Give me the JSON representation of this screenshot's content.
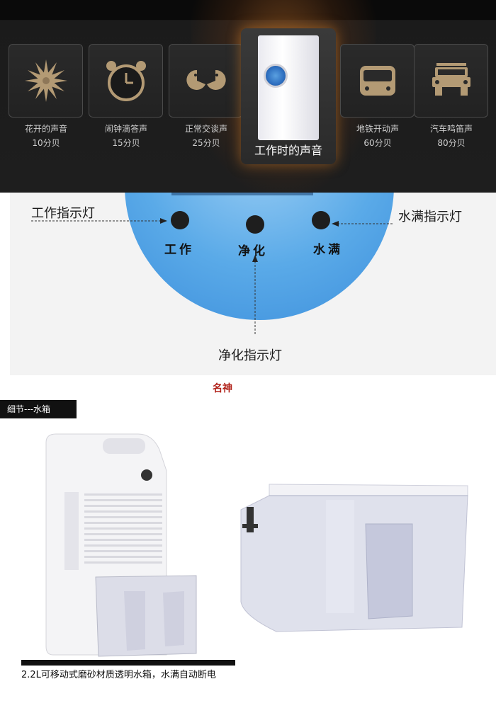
{
  "sound_levels": [
    {
      "label": "花开的声音",
      "db": "10分贝",
      "icon": "flower-icon"
    },
    {
      "label": "闹钟滴答声",
      "db": "15分贝",
      "icon": "alarm-clock-icon"
    },
    {
      "label": "正常交谈声",
      "db": "25分贝",
      "icon": "talking-faces-icon"
    },
    {
      "label": "地铁开动声",
      "db": "60分贝",
      "icon": "subway-train-icon"
    },
    {
      "label": "汽车鸣笛声",
      "db": "80分贝",
      "icon": "car-icon"
    }
  ],
  "featured": {
    "label": "工作时的声音"
  },
  "indicators": {
    "working_label": "工作",
    "purify_label": "净化",
    "full_label": "水满",
    "callout_working": "工作指示灯",
    "callout_full": "水满指示灯",
    "callout_purify": "净化指示灯"
  },
  "brand": {
    "logo_text": "名神"
  },
  "detail": {
    "section_title": "细节---水箱",
    "caption": "2.2L可移动式磨砂材质透明水箱，水满自动断电"
  },
  "colors": {
    "accent_glow": "#c8782a",
    "disc_blue": "#5aaae8",
    "brand_red": "#b1221a"
  }
}
